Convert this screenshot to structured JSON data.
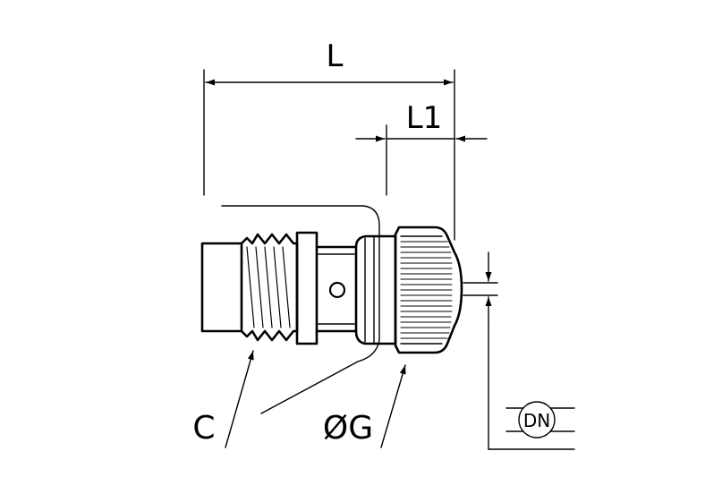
{
  "labels": {
    "overall_length": "L",
    "head_length": "L1",
    "thread": "C",
    "head_diameter": "ØG",
    "nominal_diameter": "DN"
  }
}
